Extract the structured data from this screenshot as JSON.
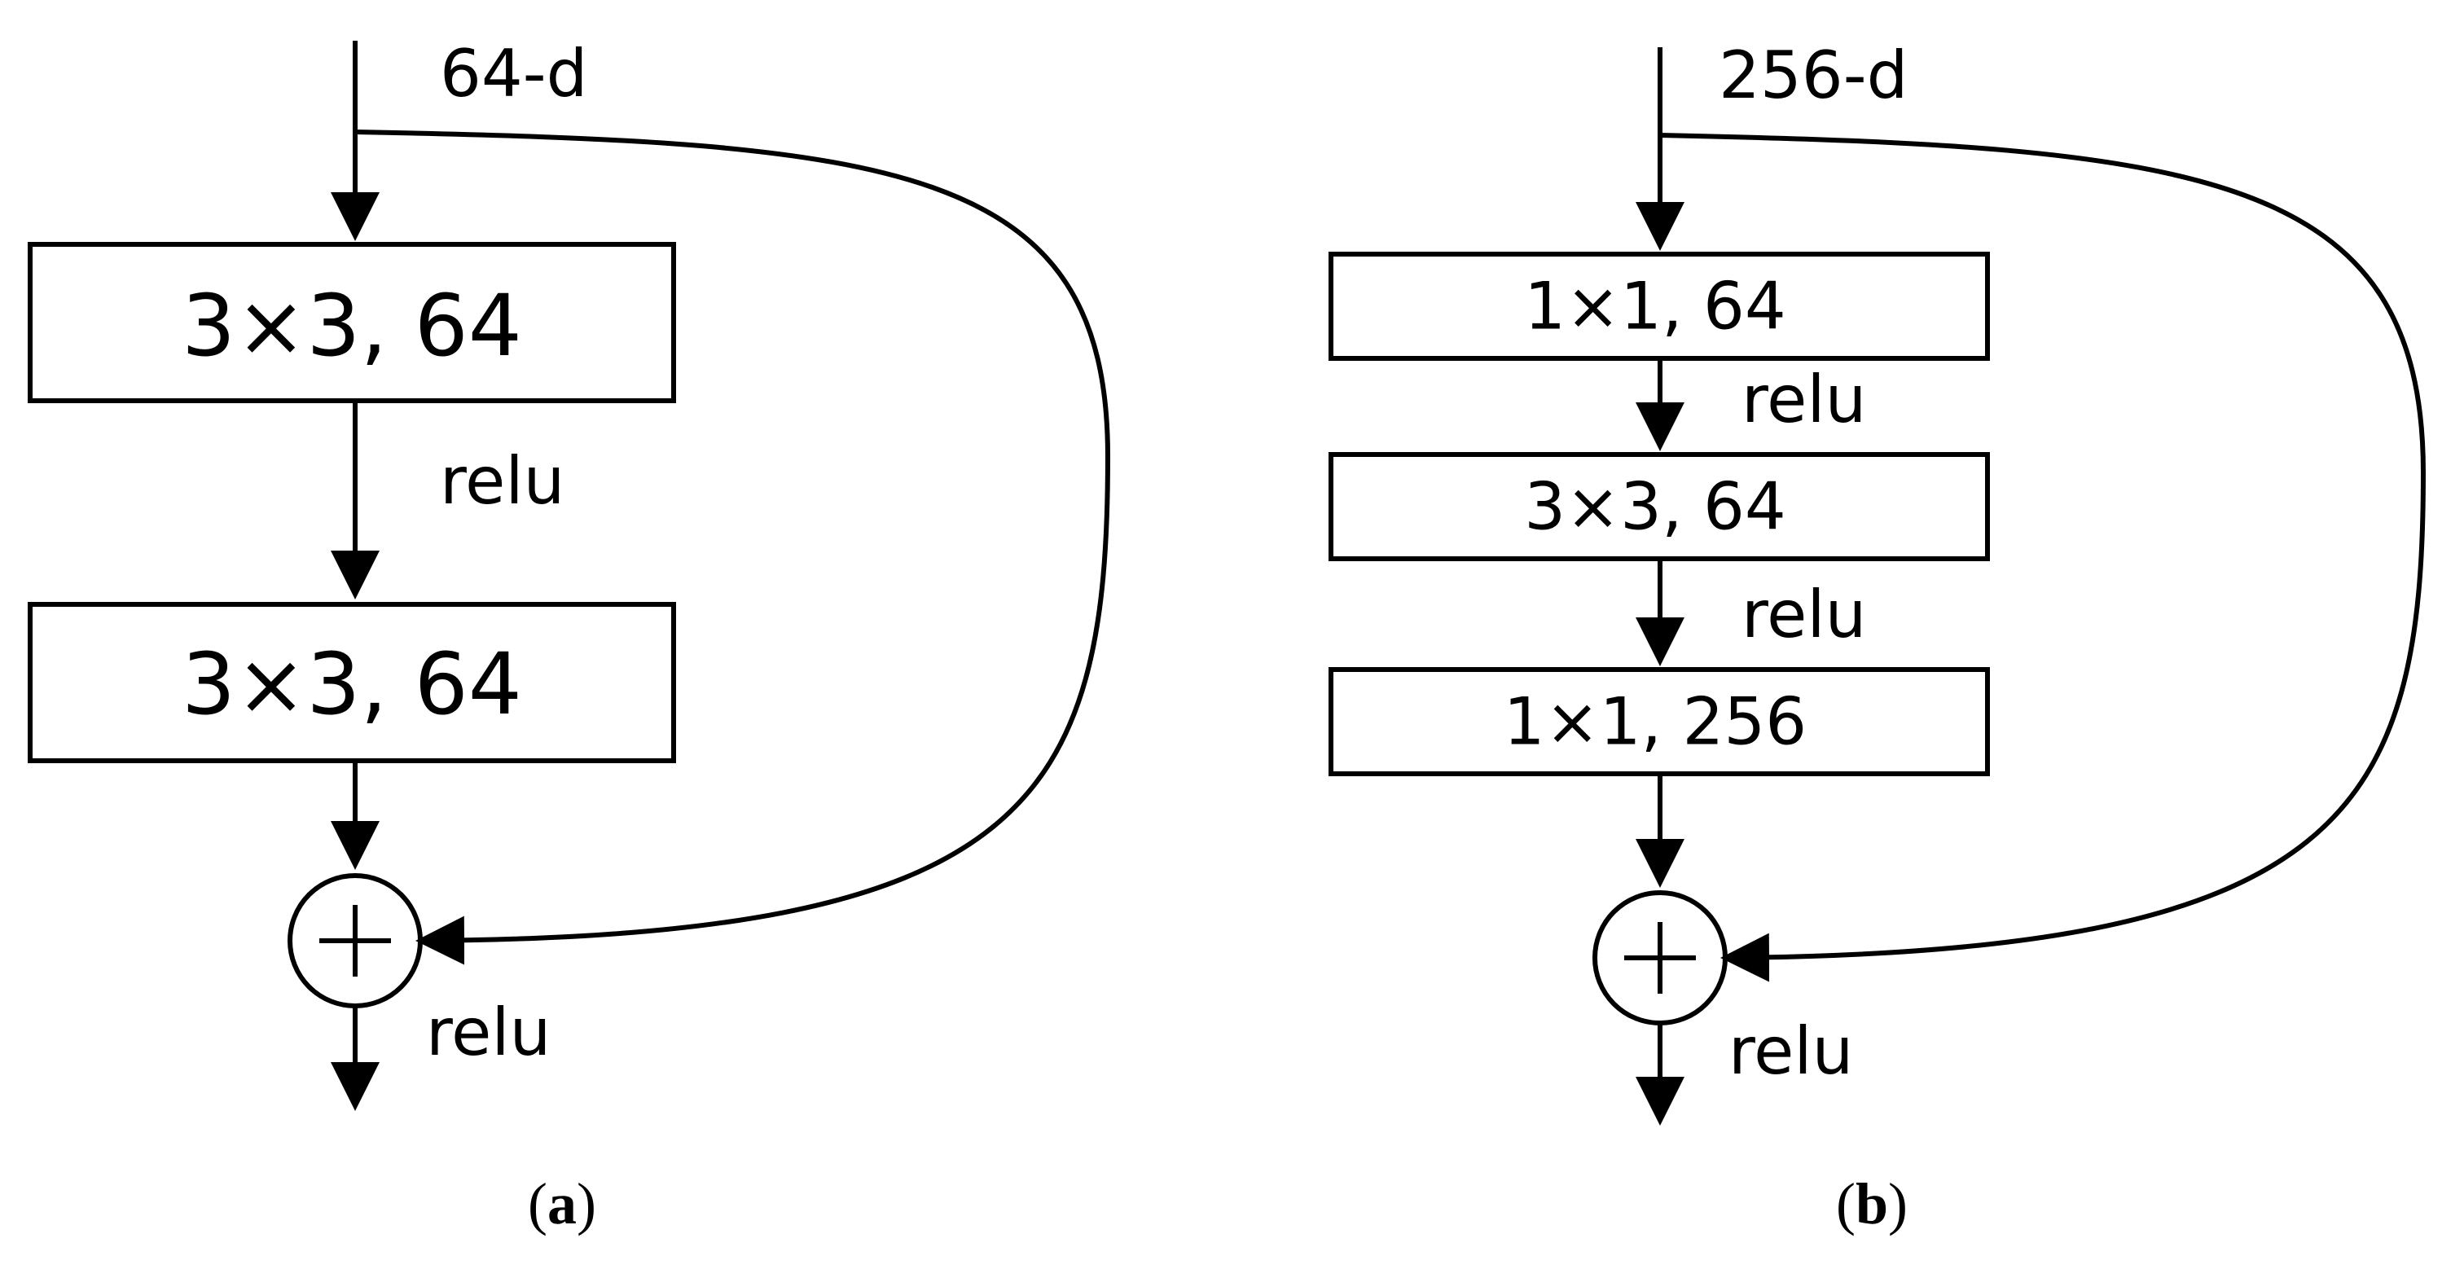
{
  "panel_a": {
    "input_label": "64-d",
    "layer1": "3×3, 64",
    "act1": "relu",
    "layer2": "3×3, 64",
    "act_out": "relu",
    "caption_open": "(",
    "caption_letter": "a",
    "caption_close": ")"
  },
  "panel_b": {
    "input_label": "256-d",
    "layer1": "1×1, 64",
    "act1": "relu",
    "layer2": "3×3, 64",
    "act2": "relu",
    "layer3": "1×1, 256",
    "act_out": "relu",
    "caption_open": "(",
    "caption_letter": "b",
    "caption_close": ")"
  }
}
